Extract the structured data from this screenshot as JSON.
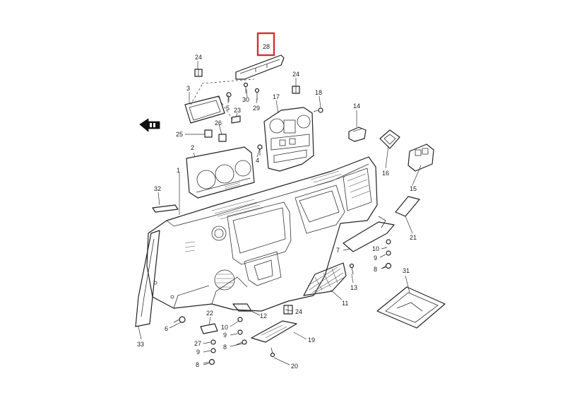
{
  "labels": {
    "l1": "1",
    "l2": "2",
    "l3": "3",
    "l4": "4",
    "l5": "5",
    "l6": "6",
    "l7": "7",
    "l8a": "8",
    "l8b": "8",
    "l8c": "8",
    "l9a": "9",
    "l9b": "9",
    "l10a": "10",
    "l10b": "10",
    "l11": "11",
    "l12": "12",
    "l13": "13",
    "l14": "14",
    "l15": "15",
    "l16": "16",
    "l17": "17",
    "l18": "18",
    "l19": "19",
    "l20": "20",
    "l21": "21",
    "l22": "22",
    "l23": "23",
    "l24a": "24",
    "l24b": "24",
    "l24c": "24",
    "l25": "25",
    "l26": "26",
    "l27": "27",
    "l28": "28",
    "l29": "29",
    "l30": "30",
    "l31": "31",
    "l32": "32",
    "l33": "33"
  },
  "highlight": {
    "part": "28",
    "color": "#d32f2f"
  }
}
